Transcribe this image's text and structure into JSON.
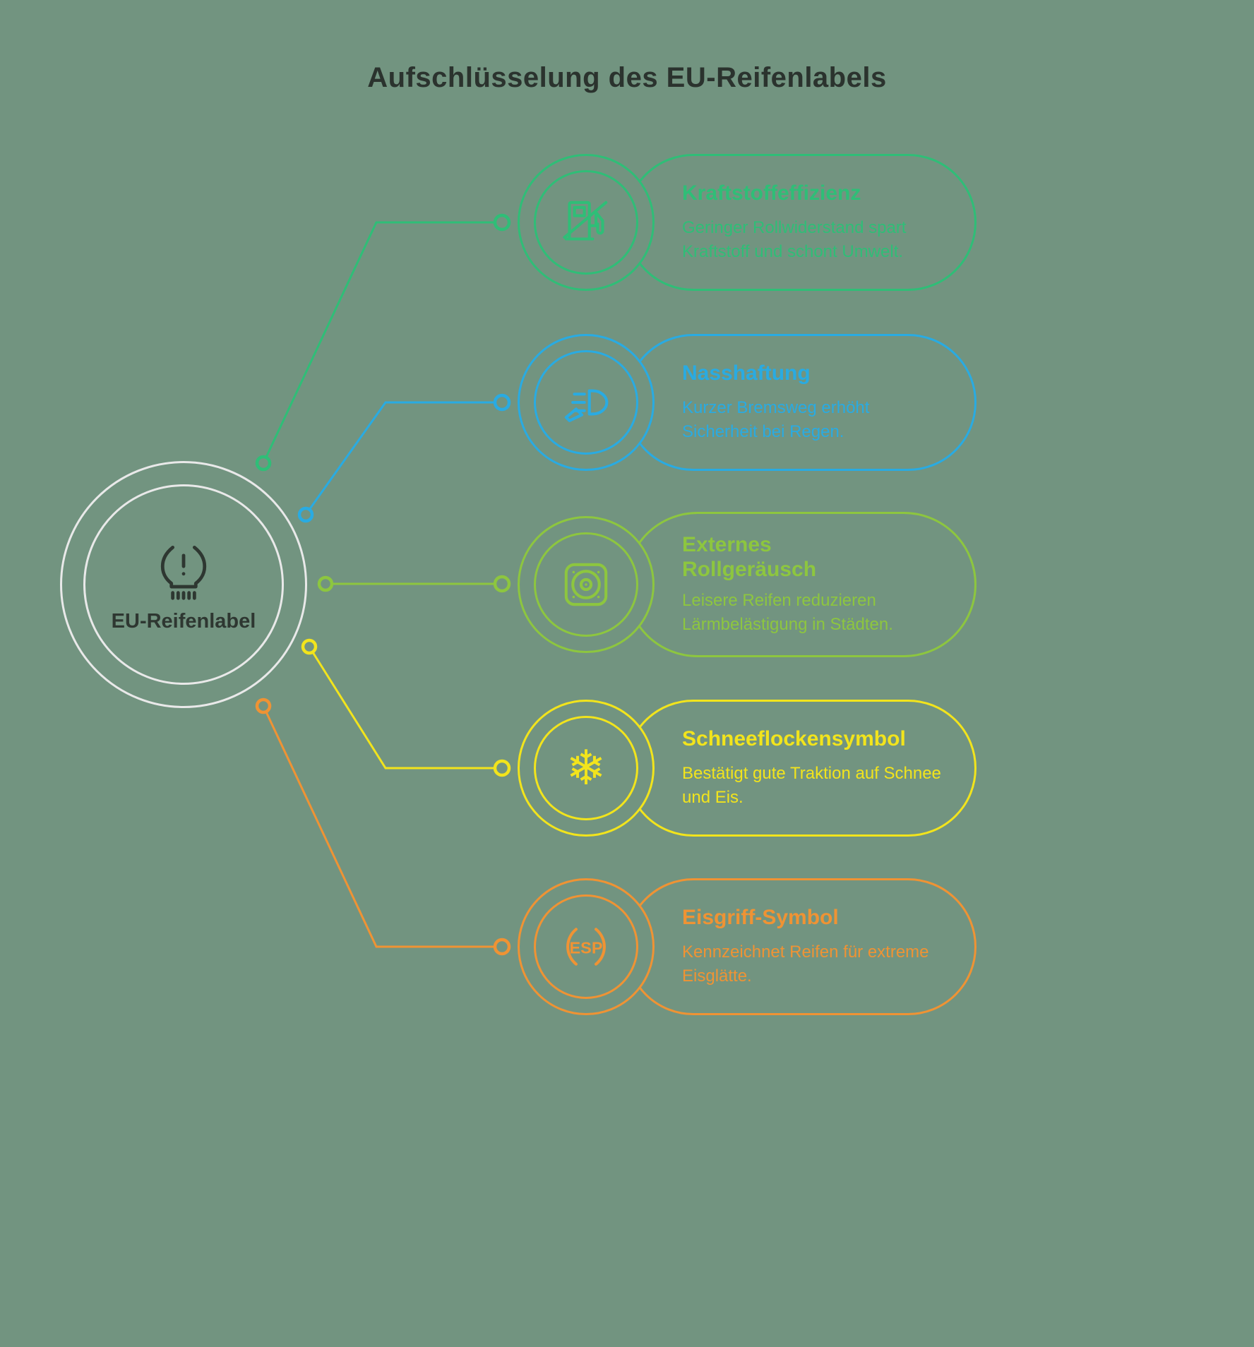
{
  "title": "Aufschlüsselung des EU-Reifenlabels",
  "colors": {
    "background": "#729480",
    "hub_ring": "#e9e9e9",
    "hub_text": "#2e3731",
    "title_text": "#2b332e"
  },
  "hub": {
    "label": "EU-Reifenlabel",
    "icon": "tpms-tire-icon"
  },
  "items": [
    {
      "title": "Kraftstoffeffizienz",
      "description": "Geringer Rollwiderstand spart Kraftstoff und schont Umwelt.",
      "color": "#2fbe77",
      "icon": "fuel-pump-icon"
    },
    {
      "title": "Nasshaftung",
      "description": "Kurzer Bremsweg erhöht Sicherheit bei Regen.",
      "color": "#29abe2",
      "icon": "headlight-icon"
    },
    {
      "title": "Externes Rollgeräusch",
      "description": "Leisere Reifen reduzieren Lärmbelästigung in Städten.",
      "color": "#8dc63f",
      "icon": "speaker-icon"
    },
    {
      "title": "Schneeflockensymbol",
      "description": "Bestätigt gute Traktion auf Schnee und Eis.",
      "color": "#f2e41c",
      "icon": "snowflake-icon"
    },
    {
      "title": "Eisgriff-Symbol",
      "description": "Kennzeichnet Reifen für extreme Eisglätte.",
      "color": "#ef9334",
      "icon": "esp-icon"
    }
  ]
}
